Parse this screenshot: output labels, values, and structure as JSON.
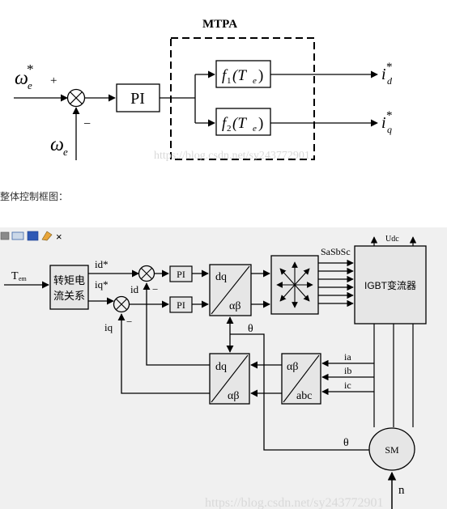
{
  "diagram1": {
    "title": "MTPA",
    "input": "ω",
    "input_sup": "*",
    "input_sub": "e",
    "feedback": "ω",
    "feedback_sub": "e",
    "plus": "+",
    "minus": "−",
    "pi": "PI",
    "f1": "f",
    "f1_idx": "1",
    "f2": "f",
    "f2_idx": "2",
    "f_arg_l": "(T",
    "f_arg_sub": "e",
    "f_arg_r": ")",
    "out_d": "i",
    "out_d_sup": "*",
    "out_d_sub": "d",
    "out_q": "i",
    "out_q_sup": "*",
    "out_q_sub": "q",
    "watermark": "https://blog.csdn.net/sy243772901"
  },
  "caption": "整体控制框图：",
  "diagram2": {
    "toolbar_close": "×",
    "tem": "T",
    "tem_sub": "em",
    "torque_block_line1": "转矩电",
    "torque_block_line2": "流关系",
    "id_ref": "id*",
    "iq_ref": "iq*",
    "id_fb": "id",
    "iq_fb": "iq",
    "minus": "−",
    "pi1": "PI",
    "pi2": "PI",
    "dq": "dq",
    "ab": "αβ",
    "abc": "abc",
    "theta": "θ",
    "sasbsc": "SaSbSc",
    "udc": "Udc",
    "inverter": "IGBT变流器",
    "ia": "ia",
    "ib": "ib",
    "ic": "ic",
    "sm": "SM",
    "n": "n",
    "watermark": "https://blog.csdn.net/sy243772901"
  },
  "colors": {
    "line": "#000000",
    "diagram2_bg": "#f0f0f0",
    "block_fill": "#e6e6e6",
    "watermark": "#d9d9d9"
  }
}
